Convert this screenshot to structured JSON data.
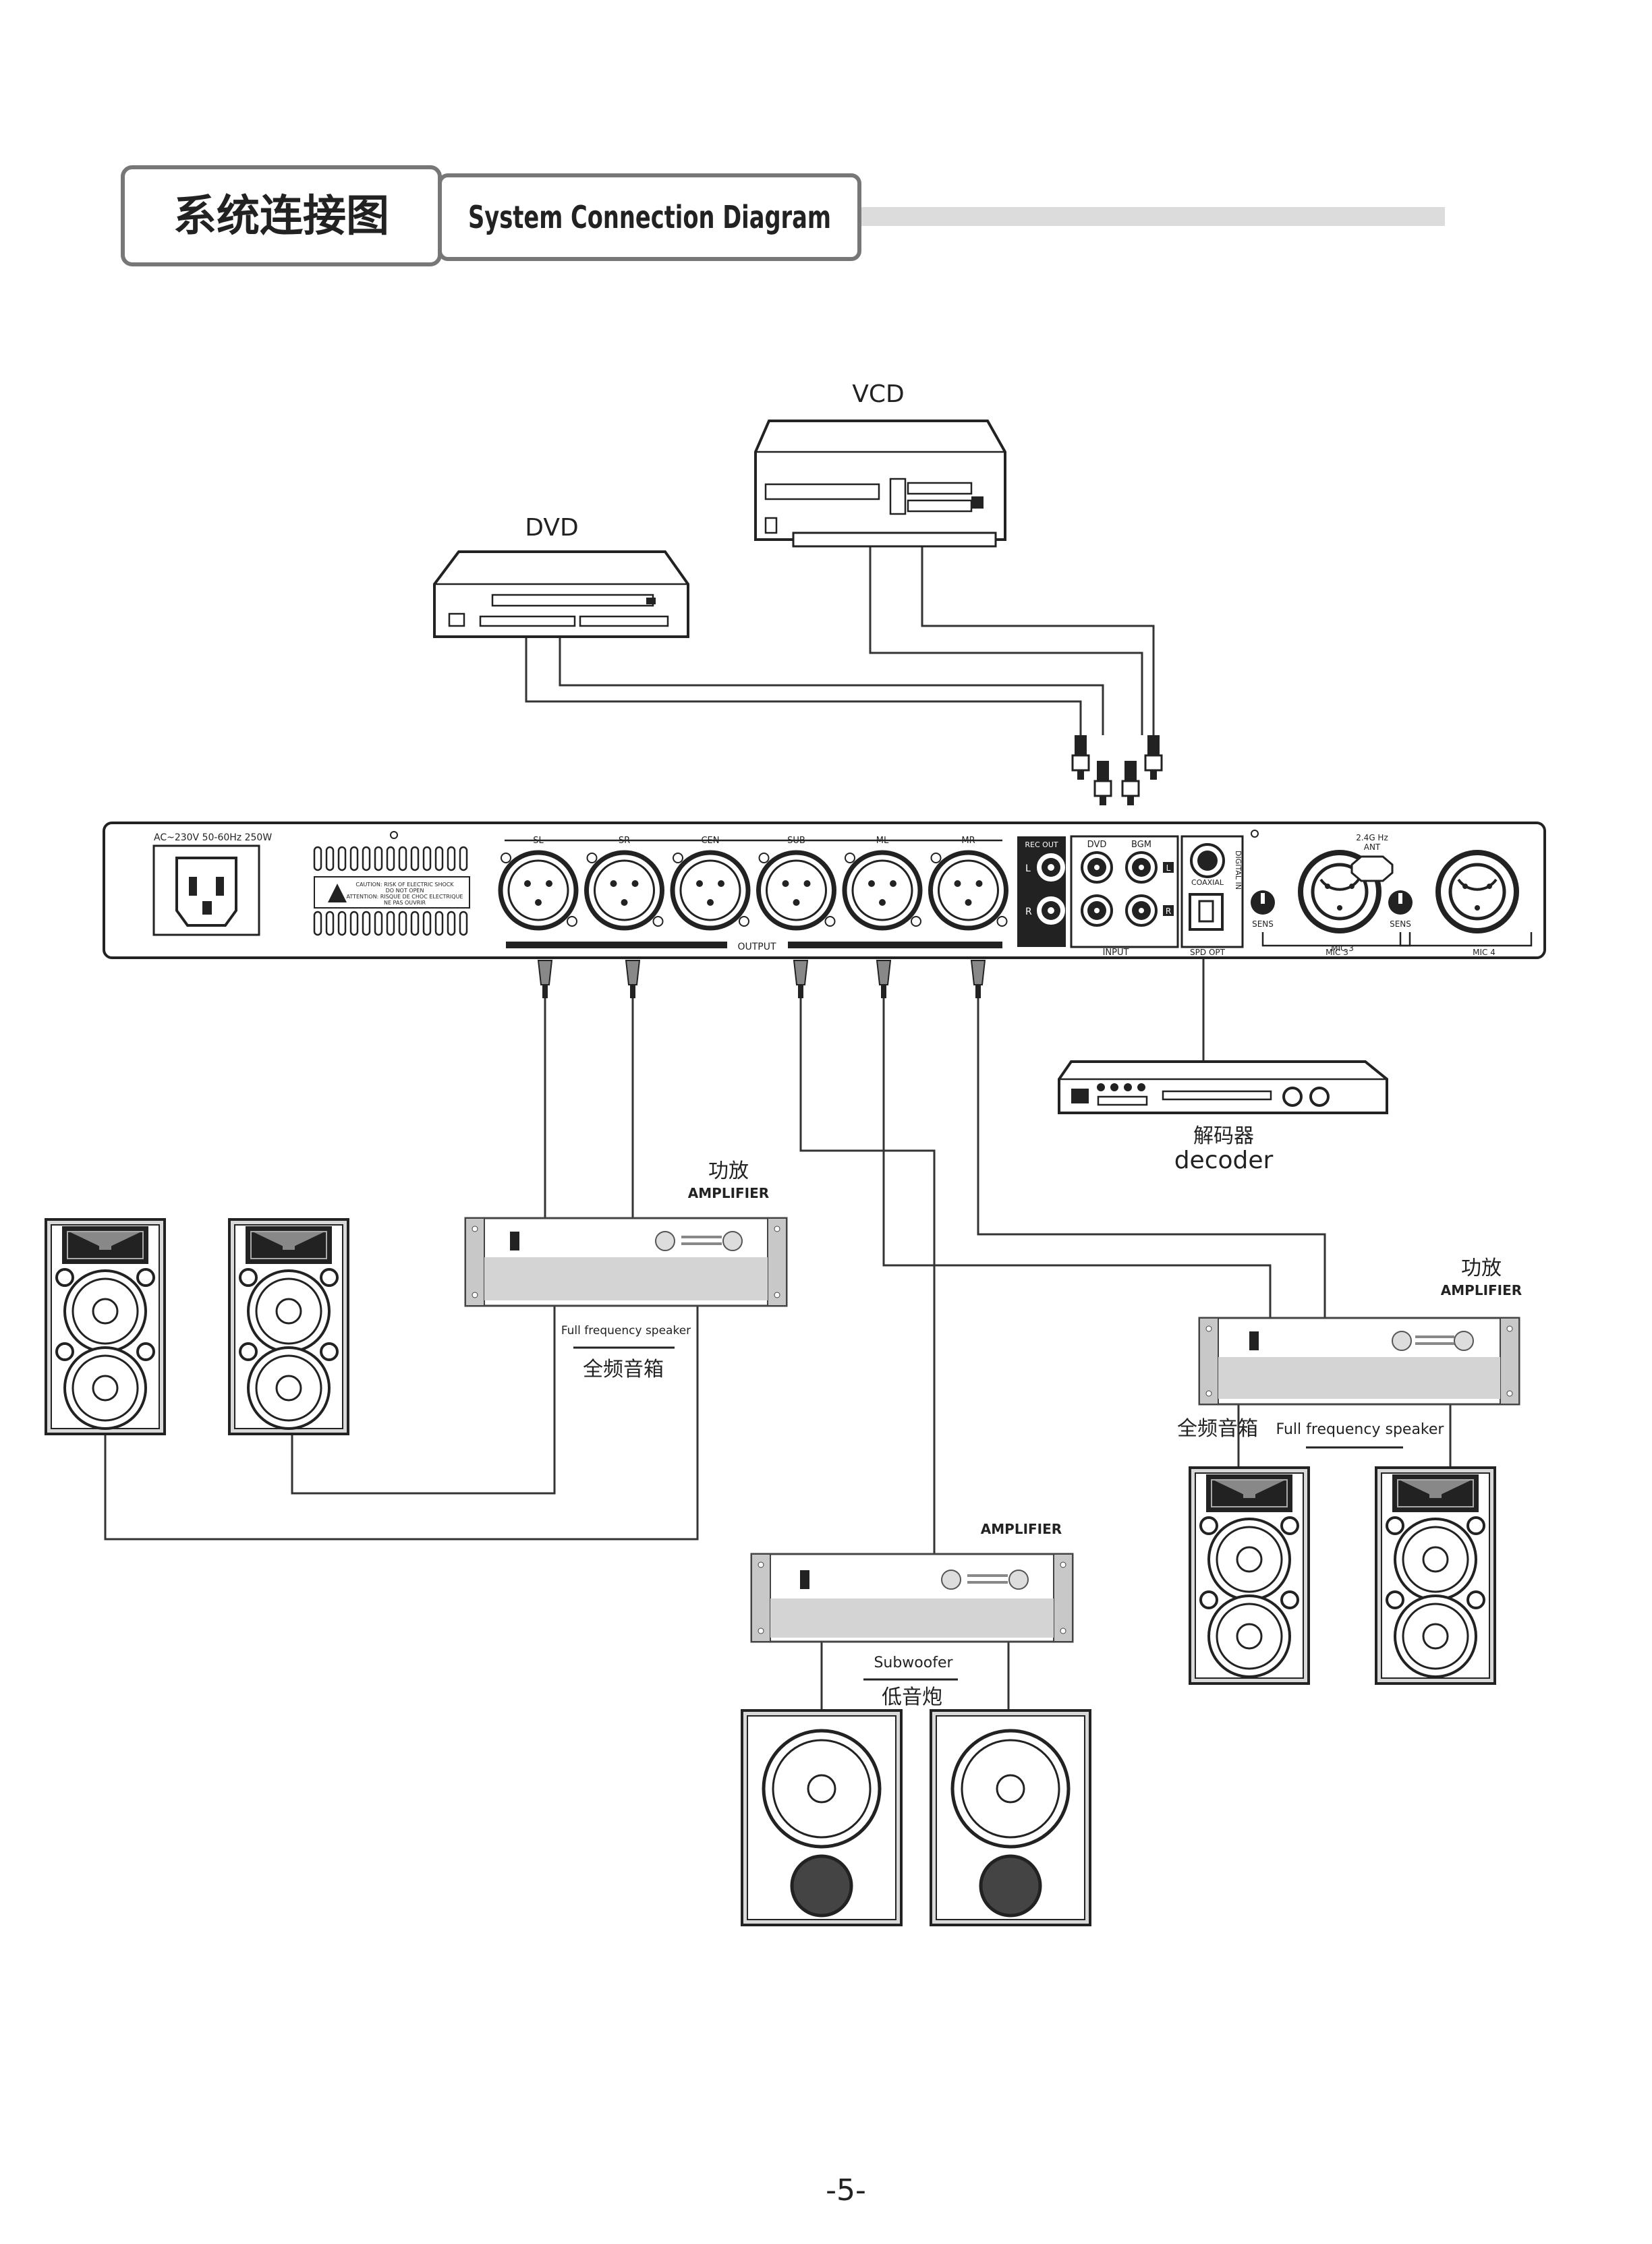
{
  "header": {
    "title_cn": "系统连接图",
    "title_en": "System Connection Diagram"
  },
  "sources": {
    "dvd": "DVD",
    "vcd": "VCD"
  },
  "rear_panel": {
    "power": "AC~230V 50-60Hz 250W",
    "caution": [
      "CAUTION: RISK OF ELECTRIC SHOCK",
      "DO NOT OPEN",
      "ATTENTION: RISQUE DE CHOC ELECTRIQUE",
      "NE PAS OUVRIR"
    ],
    "outputs": [
      "SL",
      "SR",
      "CEN",
      "SUB",
      "ML",
      "MR"
    ],
    "output_group": "OUTPUT",
    "rec_out": "REC OUT",
    "input_labels": [
      "DVD",
      "BGM"
    ],
    "input_group": "INPUT",
    "lr": [
      "L",
      "R"
    ],
    "coaxial": "COAXIAL",
    "digital_in": "DIGITAL IN",
    "spd_opt": "SPD OPT",
    "antenna": [
      "2.4G Hz",
      "ANT"
    ],
    "sens": "SENS",
    "mics": [
      "MIC 3",
      "MIC 4"
    ]
  },
  "decoder": {
    "cn": "解码器",
    "en": "decoder"
  },
  "amplifier_left": {
    "cn": "功放",
    "en": "AMPLIFIER",
    "speaker_en": "Full frequency speaker",
    "speaker_cn": "全频音箱"
  },
  "amplifier_right": {
    "cn": "功放",
    "en": "AMPLIFIER",
    "speaker_cn": "全频音箱",
    "speaker_en": "Full frequency speaker"
  },
  "amplifier_sub": {
    "en": "AMPLIFIER",
    "speaker_en": "Subwoofer",
    "speaker_cn": "低音炮"
  },
  "footer": {
    "page": "-5-"
  }
}
